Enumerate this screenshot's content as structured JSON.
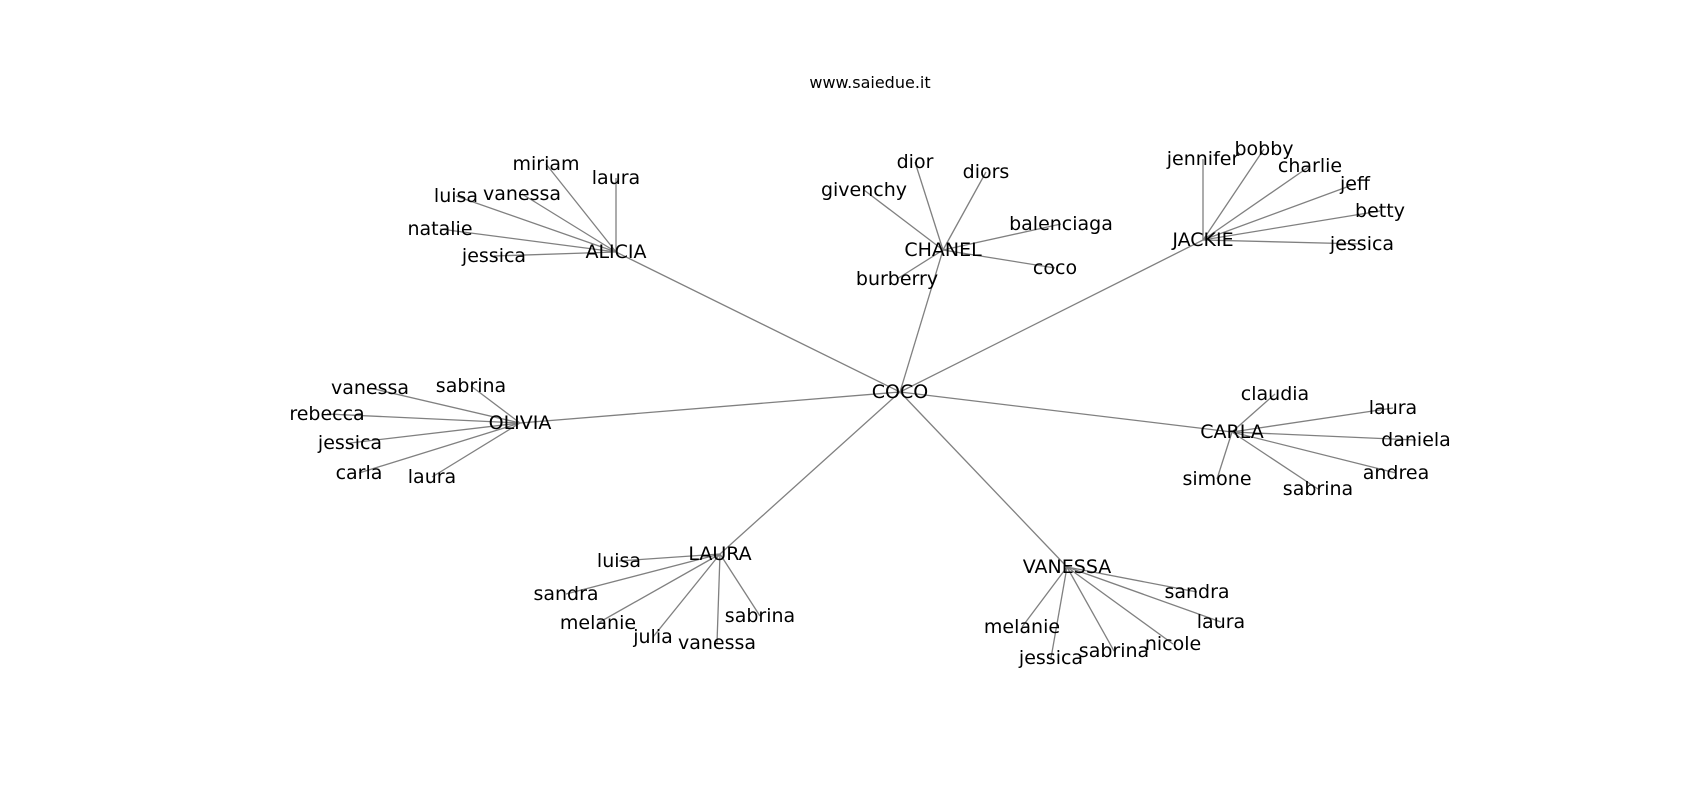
{
  "title": "www.saiedue.it",
  "edge_color": "#808080",
  "text_color": "#000000",
  "root": "COCO",
  "groups": [
    {
      "id": "ALICIA",
      "label": "ALICIA",
      "children": [
        "miriam",
        "laura",
        "luisa",
        "vanessa",
        "natalie",
        "jessica"
      ]
    },
    {
      "id": "CHANEL",
      "label": "CHANEL",
      "children": [
        "dior",
        "diors",
        "givenchy",
        "balenciaga",
        "coco",
        "burberry"
      ]
    },
    {
      "id": "JACKIE",
      "label": "JACKIE",
      "children": [
        "jennifer",
        "bobby",
        "charlie",
        "jeff",
        "betty",
        "jessica"
      ]
    },
    {
      "id": "OLIVIA",
      "label": "OLIVIA",
      "children": [
        "vanessa",
        "sabrina",
        "rebecca",
        "jessica",
        "carla",
        "laura"
      ]
    },
    {
      "id": "CARLA",
      "label": "CARLA",
      "children": [
        "claudia",
        "laura",
        "daniela",
        "andrea",
        "sabrina",
        "simone"
      ]
    },
    {
      "id": "LAURA",
      "label": "LAURA",
      "children": [
        "luisa",
        "sandra",
        "melanie",
        "julia",
        "vanessa",
        "sabrina"
      ]
    },
    {
      "id": "VANESSA",
      "label": "VANESSA",
      "children": [
        "sandra",
        "laura",
        "nicole",
        "sabrina",
        "jessica",
        "melanie"
      ]
    }
  ]
}
